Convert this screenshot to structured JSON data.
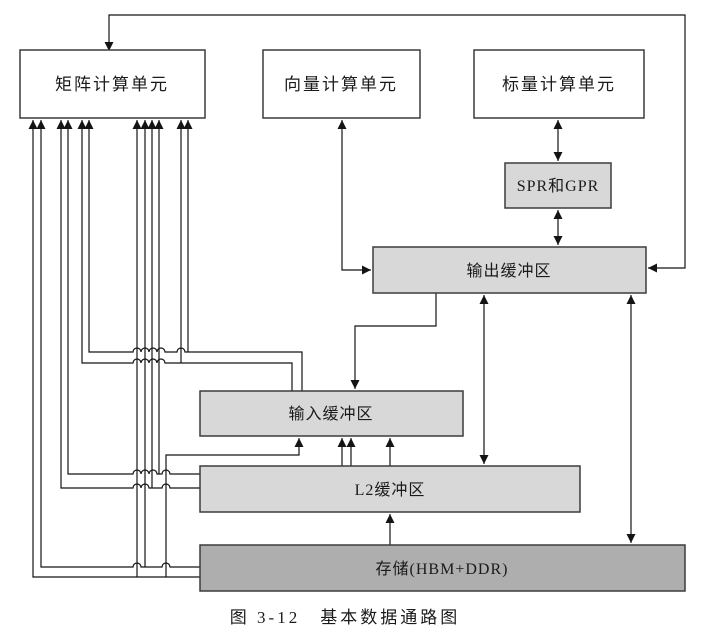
{
  "diagram": {
    "caption": "图 3-12　基本数据通路图",
    "boxes": {
      "matrix_unit": {
        "label": "矩阵计算单元"
      },
      "vector_unit": {
        "label": "向量计算单元"
      },
      "scalar_unit": {
        "label": "标量计算单元"
      },
      "spr_gpr": {
        "label": "SPR和GPR"
      },
      "output_buffer": {
        "label": "输出缓冲区"
      },
      "input_buffer": {
        "label": "输入缓冲区"
      },
      "l2_buffer": {
        "label": "L2缓冲区"
      },
      "memory": {
        "label": "存储(HBM+DDR)"
      }
    },
    "colors": {
      "white_fill": "#ffffff",
      "light_fill": "#d8d8d8",
      "medium_fill": "#aeaeae",
      "border": "#3c3c3c",
      "line": "#141414"
    }
  }
}
